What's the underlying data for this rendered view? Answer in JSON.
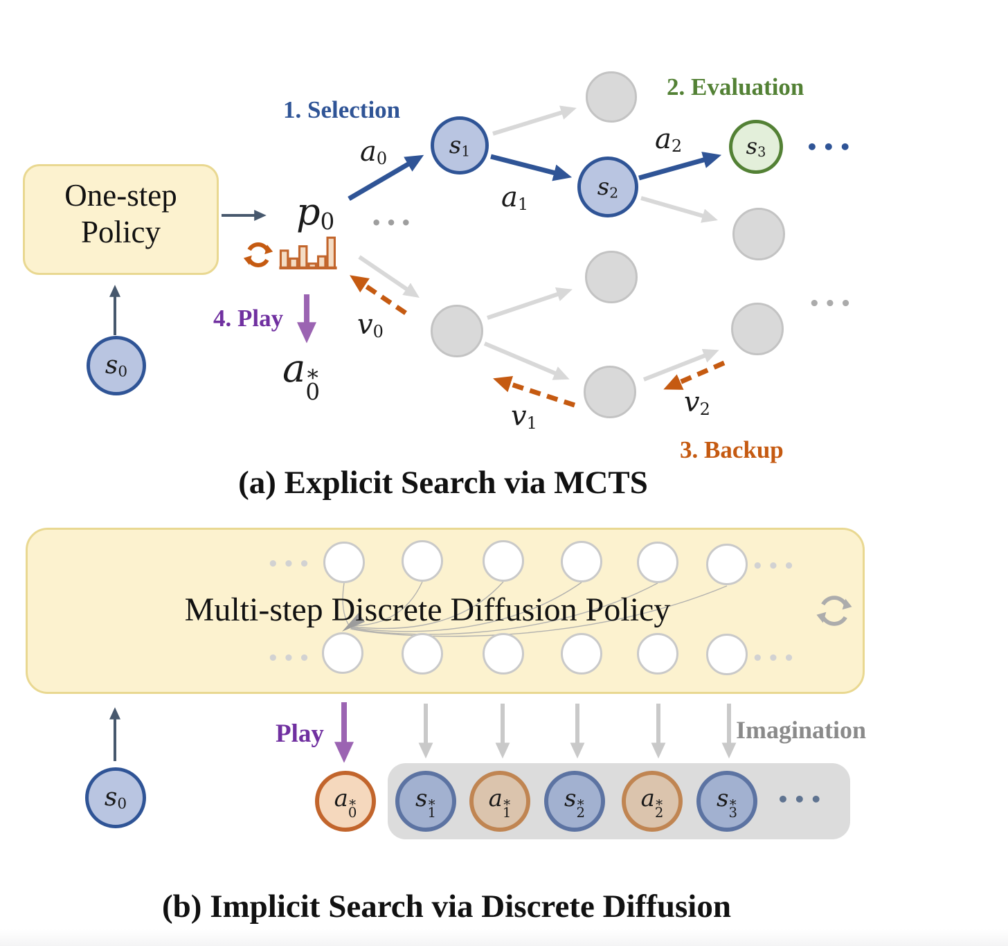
{
  "colors": {
    "mcts_blue": "#2F5496",
    "eval_green": "#538135",
    "backup_orange": "#C55A11",
    "play_purple": "#7030A0",
    "box_yellow_fill": "#FCF2CF",
    "box_yellow_border": "#E9D891",
    "node_blue_fill": "#B9C5E1",
    "node_gray_fill": "#D9D9D9",
    "node_green_fill": "#E3EFDA",
    "state_blue_fill": "#A2B1D0",
    "state_blue_border": "#5C73A2",
    "action_tan_fill": "#DBC4AD",
    "action_tan_border": "#C08552",
    "a0_star_fill": "#F5D8BD",
    "a0_star_border": "#C2652C",
    "slate_arrow": "#47586D"
  },
  "panel_a": {
    "caption": "(a) Explicit Search via MCTS",
    "policy_box": {
      "line1": "One-step",
      "line2": "Policy"
    },
    "step_labels": {
      "selection": "1. Selection",
      "evaluation": "2. Evaluation",
      "backup": "3. Backup",
      "play": "4. Play"
    },
    "nodes": {
      "s0": {
        "base": "s",
        "sub": "0"
      },
      "s1": {
        "base": "s",
        "sub": "1"
      },
      "s2": {
        "base": "s",
        "sub": "2"
      },
      "s3": {
        "base": "s",
        "sub": "3"
      }
    },
    "math_labels": {
      "p0": {
        "base": "p",
        "sub": "0"
      },
      "a0": {
        "base": "a",
        "sub": "0"
      },
      "a1": {
        "base": "a",
        "sub": "1"
      },
      "a2": {
        "base": "a",
        "sub": "2"
      },
      "v0": {
        "base": "v",
        "sub": "0"
      },
      "v1": {
        "base": "v",
        "sub": "1"
      },
      "v2": {
        "base": "v",
        "sub": "2"
      },
      "a0_star": {
        "base": "a",
        "sub": "0",
        "sup": "*"
      }
    },
    "ellipsis": "•••"
  },
  "panel_b": {
    "caption": "(b) Implicit Search via Discrete Diffusion",
    "policy_box_label": "Multi-step Discrete Diffusion Policy",
    "play_label": "Play",
    "imagination_label": "Imagination",
    "nodes": {
      "s0": {
        "base": "s",
        "sub": "0"
      },
      "a0_star": {
        "base": "a",
        "sub": "0",
        "sup": "*"
      },
      "s1_star": {
        "base": "s",
        "sub": "1",
        "sup": "*"
      },
      "a1_star": {
        "base": "a",
        "sub": "1",
        "sup": "*"
      },
      "s2_star": {
        "base": "s",
        "sub": "2",
        "sup": "*"
      },
      "a2_star": {
        "base": "a",
        "sub": "2",
        "sup": "*"
      },
      "s3_star": {
        "base": "s",
        "sub": "3",
        "sup": "*"
      }
    },
    "ellipsis": "•••"
  }
}
